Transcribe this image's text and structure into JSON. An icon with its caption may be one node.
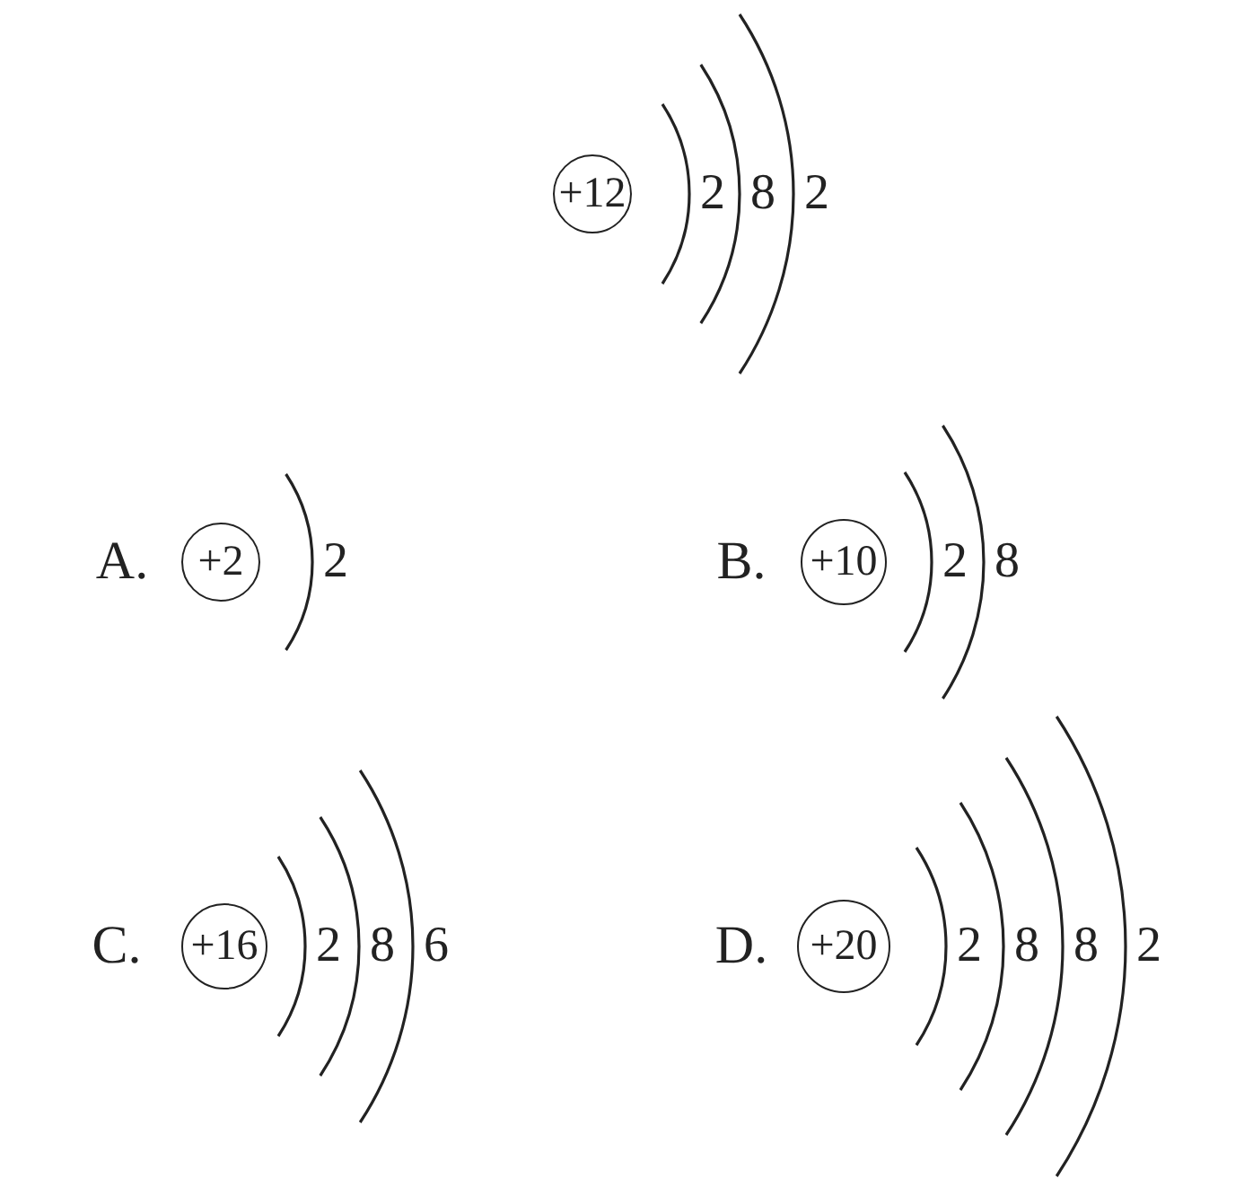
{
  "diagram": {
    "nodes": [
      {
        "text": [
          "+12"
        ],
        "beside": [
          "2",
          "8",
          "2"
        ]
      },
      {
        "text": [
          "+2"
        ],
        "beside": [
          "2"
        ]
      },
      {
        "text": [
          "+10"
        ],
        "beside": [
          "2",
          "8"
        ]
      },
      {
        "text": [
          "+16"
        ],
        "beside": [
          "2",
          "8",
          "6"
        ]
      },
      {
        "text": [
          "+20"
        ],
        "beside": [
          "2",
          "8",
          "8",
          "2"
        ]
      }
    ],
    "labels": [
      "A.",
      "B.",
      "C.",
      "D."
    ]
  }
}
